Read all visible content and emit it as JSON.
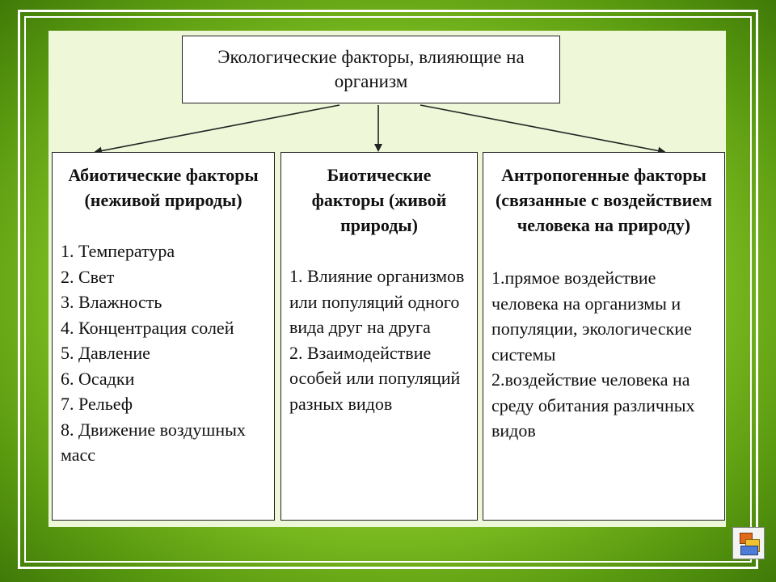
{
  "title": "Экологические факторы, влияющие на организм",
  "columns": [
    {
      "heading": "Абиотические факторы (неживой природы)",
      "items": [
        "1. Температура",
        "2. Свет",
        "3. Влажность",
        "4. Концентрация солей",
        "5. Давление",
        "6. Осадки",
        "7. Рельеф",
        "8. Движение воздушных масс"
      ]
    },
    {
      "heading": "Биотические факторы (живой природы)",
      "items": [
        "1. Влияние организмов или популяций одного вида друг на друга",
        "2. Взаимодействие особей или популяций разных видов"
      ]
    },
    {
      "heading": "Антропогенные факторы (связанные с воздействием человека на природу)",
      "items": [
        "1.прямое воздействие человека на организмы и популяции, экологические системы",
        "2.воздействие человека на среду обитания различных видов"
      ]
    }
  ],
  "colors": {
    "background_green": "#8fcf2a",
    "panel": "#eef8d8",
    "box_fill": "#ffffff",
    "line": "#222222"
  },
  "icons": {
    "corner": "presentation-slide-icon"
  }
}
